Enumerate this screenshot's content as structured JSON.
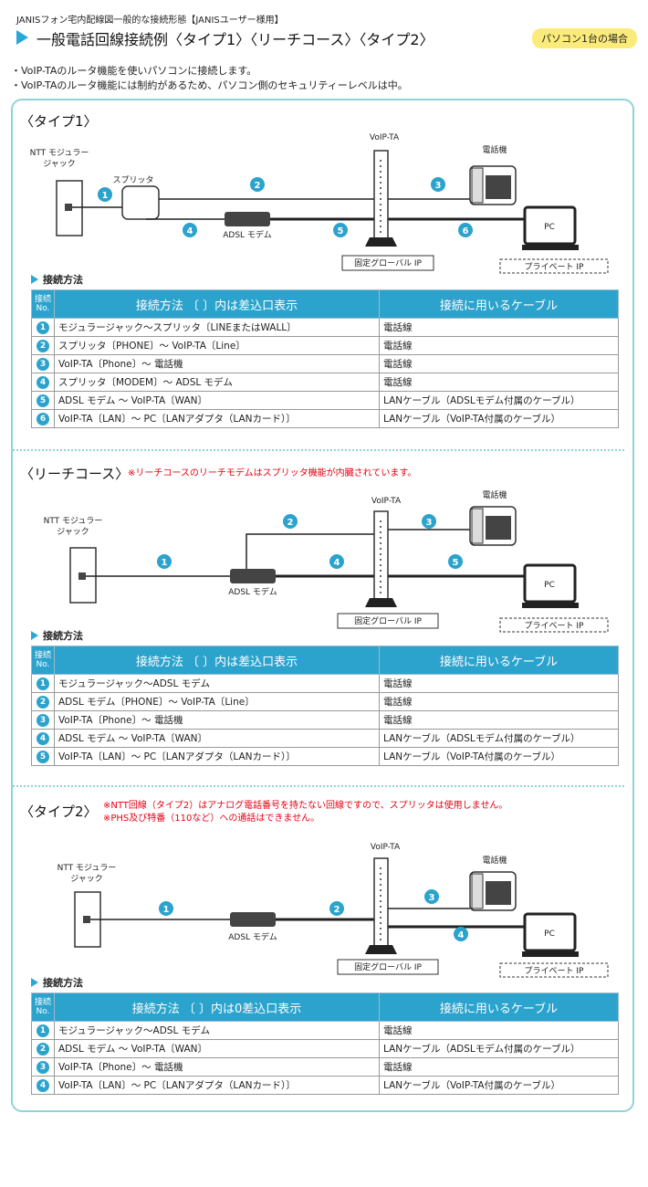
{
  "header": {
    "breadcrumb": "JANISフォン宅内配線図一般的な接続形態【JANISユーザー様用】",
    "title": "一般電話回線接続例〈タイプ1〉〈リーチコース〉〈タイプ2〉",
    "badge": "パソコン1台の場合"
  },
  "intro": [
    "・VoIP-TAのルータ機能を使いパソコンに接続します。",
    "・VoIP-TAのルータ機能には制約があるため、パソコン側のセキュリティーレベルは中。"
  ],
  "labels": {
    "ntt": [
      "NTT モジュラー",
      "ジャック"
    ],
    "splitter": "スプリッタ",
    "voip": "VoIP-TA",
    "phone": "電話機",
    "adsl": "ADSL モデム",
    "pc": "PC",
    "global_ip": "固定グローバル IP",
    "private_ip": "プライベート IP",
    "method_heading": "接続方法",
    "col_no": [
      "接続",
      "No."
    ],
    "col_cable": "接続に用いるケーブル"
  },
  "sections": [
    {
      "title": "〈タイプ1〉",
      "notes": [],
      "col_method": "接続方法 〔 〕内は差込口表示",
      "rows": [
        {
          "no": "1",
          "method": "モジュラージャック～スプリッタ〔LINEまたはWALL〕",
          "cable": "電話線"
        },
        {
          "no": "2",
          "method": "スプリッタ〔PHONE〕～ VoIP-TA〔Line〕",
          "cable": "電話線"
        },
        {
          "no": "3",
          "method": "VoIP-TA〔Phone〕～ 電話機",
          "cable": "電話線"
        },
        {
          "no": "4",
          "method": "スプリッタ〔MODEM〕～ ADSL モデム",
          "cable": "電話線"
        },
        {
          "no": "5",
          "method": "ADSL モデム ～ VoIP-TA〔WAN〕",
          "cable": "LANケーブル（ADSLモデム付属のケーブル）"
        },
        {
          "no": "6",
          "method": "VoIP-TA〔LAN〕～ PC〔LANアダプタ（LANカード）〕",
          "cable": "LANケーブル（VoIP-TA付属のケーブル）"
        }
      ]
    },
    {
      "title": "〈リーチコース〉",
      "notes": [
        "※リーチコースのリーチモデムはスプリッタ機能が内臓されています。"
      ],
      "col_method": "接続方法 〔 〕内は差込口表示",
      "rows": [
        {
          "no": "1",
          "method": "モジュラージャック～ADSL モデム",
          "cable": "電話線"
        },
        {
          "no": "2",
          "method": "ADSL モデム〔PHONE〕～ VoIP-TA〔Line〕",
          "cable": "電話線"
        },
        {
          "no": "3",
          "method": "VoIP-TA〔Phone〕～ 電話機",
          "cable": "電話線"
        },
        {
          "no": "4",
          "method": "ADSL モデム ～ VoIP-TA〔WAN〕",
          "cable": "LANケーブル（ADSLモデム付属のケーブル）"
        },
        {
          "no": "5",
          "method": "VoIP-TA〔LAN〕～ PC〔LANアダプタ（LANカード）〕",
          "cable": "LANケーブル（VoIP-TA付属のケーブル）"
        }
      ]
    },
    {
      "title": "〈タイプ2〉",
      "notes": [
        "※NTT回線（タイプ2）はアナログ電話番号を持たない回線ですので、スプリッタは使用しません。",
        "※PHS及び特番（110など）への通話はできません。"
      ],
      "col_method": "接続方法 〔 〕内は0差込口表示",
      "rows": [
        {
          "no": "1",
          "method": "モジュラージャック～ADSL モデム",
          "cable": "電話線"
        },
        {
          "no": "2",
          "method": "ADSL モデム ～ VoIP-TA〔WAN〕",
          "cable": "LANケーブル（ADSLモデム付属のケーブル）"
        },
        {
          "no": "3",
          "method": "VoIP-TA〔Phone〕～ 電話機",
          "cable": "電話線"
        },
        {
          "no": "4",
          "method": "VoIP-TA〔LAN〕～ PC〔LANアダプタ（LANカード）〕",
          "cable": "LANケーブル（VoIP-TA付属のケーブル）"
        }
      ]
    }
  ],
  "diagram_markers": {
    "type1": [
      "1",
      "2",
      "3",
      "4",
      "5",
      "6"
    ],
    "reach": [
      "1",
      "2",
      "3",
      "4",
      "5"
    ],
    "type2": [
      "1",
      "2",
      "3",
      "4"
    ]
  }
}
